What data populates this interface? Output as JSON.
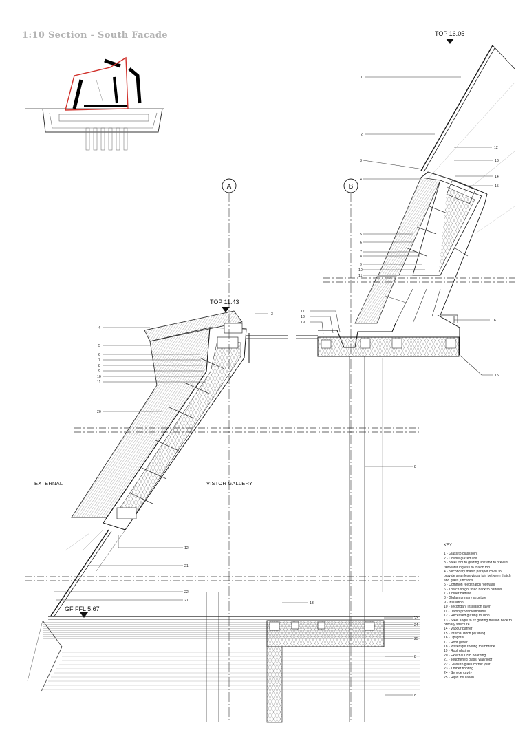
{
  "title": "1:10 Section - South Facade",
  "levels": {
    "top_b": "TOP  16.05",
    "top_a": "TOP  11.43",
    "gf": "GF FFL  5.67"
  },
  "grid": {
    "a": "A",
    "b": "B"
  },
  "rooms": {
    "external": "EXTERNAL",
    "gallery": "VISTOR GALLERY"
  },
  "callouts": {
    "c1": "1",
    "c2": "2",
    "c3": "3",
    "c4": "4",
    "c5": "5",
    "c6": "6",
    "c7": "7",
    "c8": "8",
    "c9": "9",
    "c10": "10",
    "c11": "11",
    "c12": "12",
    "c13": "13",
    "c14": "14",
    "c15": "15",
    "c16": "16",
    "c17": "17",
    "c18": "18",
    "c19": "19",
    "c20": "20",
    "c21": "21",
    "c22": "22",
    "c23": "23",
    "c24": "24",
    "c25": "25"
  },
  "key": {
    "heading": "KEY",
    "items": [
      "1 - Glass to glass joint",
      "2 - Double glazed unit",
      "3 - Steel trim to glazing unit and to prevent rainwater ingress to thatch top",
      "4 - Secondary thatch parapet cover to provide seamless visual join between thatch and glass junctions",
      "5 - Common reed thatch roof/wall",
      "6 - Thatch spigot fixed back to battens",
      "7 - Timber battens",
      "8 - Glulam primary structure",
      "9 - Insulation",
      "10 - secondary insulation layer",
      "11 - Damp proof membrane",
      "12 - Recessed glazing mullion",
      "13 - Steel angle to fix glazing mullion back to primary structure",
      "14 - Vapour barrier",
      "15 - Internal Birch ply lining",
      "16 - Uplighter",
      "17 - Roof gutter",
      "18 - Watertight roofing membrane",
      "19 - Roof glazing",
      "20 - External OSB boarding",
      "21 - Toughened glass. wall/floor",
      "22 - Glass to glass corner joint",
      "23 - Timber flooring",
      "24 - Service cavity",
      "25 - Rigid insulation"
    ]
  },
  "colors": {
    "line": "#1a1a1a",
    "thin": "#555555",
    "highlight": "#d0302a",
    "title": "#b3b3b3"
  }
}
